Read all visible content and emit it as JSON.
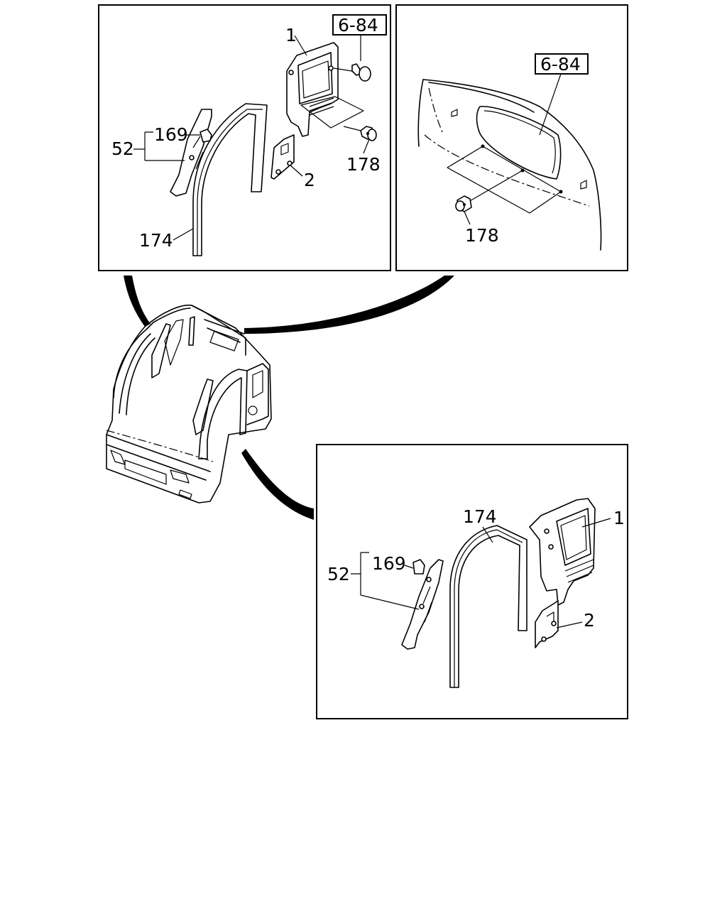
{
  "labels": {
    "tl_ref": "6-84",
    "tl_1": "1",
    "tl_169": "169",
    "tl_52": "52",
    "tl_178": "178",
    "tl_2": "2",
    "tl_174": "174",
    "tr_ref": "6-84",
    "tr_178": "178",
    "br_174": "174",
    "br_1": "1",
    "br_169": "169",
    "br_52": "52",
    "br_2": "2"
  }
}
